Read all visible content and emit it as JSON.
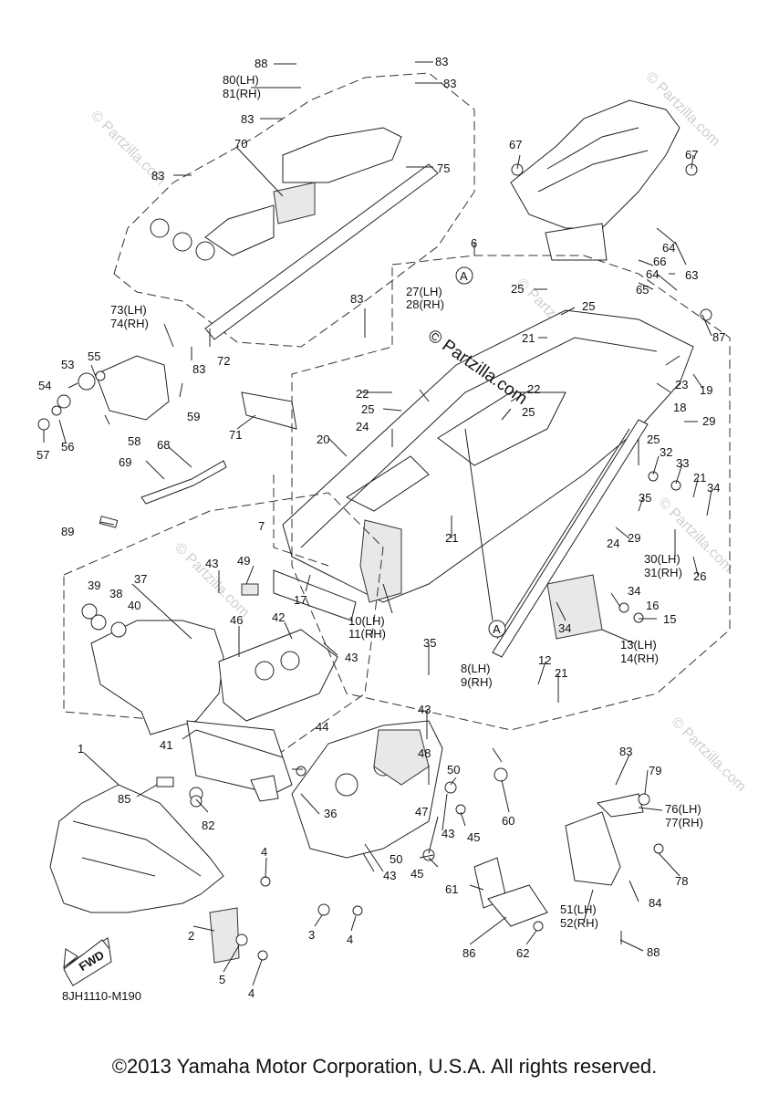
{
  "copyright": "©2013 Yamaha Motor Corporation, U.S.A. All rights reserved.",
  "diagram_code": "8JH1110-M190",
  "fwd_label": "FWD",
  "center_watermark": "© Partzilla.com",
  "watermark": "© Partzilla.com",
  "callouts": {
    "c1": "1",
    "c2": "2",
    "c3": "3",
    "c4a": "4",
    "c4b": "4",
    "c4c": "4",
    "c5": "5",
    "c6": "6",
    "c7": "7",
    "c8": "8(LH)",
    "c9": "9(RH)",
    "c10": "10(LH)",
    "c11": "11(RH)",
    "c12": "12",
    "c13": "13(LH)",
    "c14": "14(RH)",
    "c15": "15",
    "c16": "16",
    "c17": "17",
    "c18": "18",
    "c19": "19",
    "c20": "20",
    "c21a": "21",
    "c21b": "21",
    "c21c": "21",
    "c21d": "21",
    "c22a": "22",
    "c22b": "22",
    "c23": "23",
    "c24a": "24",
    "c24b": "24",
    "c25a": "25",
    "c25b": "25",
    "c25c": "25",
    "c25d": "25",
    "c25e": "25",
    "c26": "26",
    "c27": "27(LH)",
    "c28": "28(RH)",
    "c29a": "29",
    "c29b": "29",
    "c30": "30(LH)",
    "c31": "31(RH)",
    "c32": "32",
    "c33": "33",
    "c34a": "34",
    "c34b": "34",
    "c34c": "34",
    "c35a": "35",
    "c35b": "35",
    "c36": "36",
    "c37": "37",
    "c38": "38",
    "c39": "39",
    "c40": "40",
    "c41": "41",
    "c42": "42",
    "c43a": "43",
    "c43b": "43",
    "c43c": "43",
    "c43d": "43",
    "c43e": "43",
    "c44": "44",
    "c45a": "45",
    "c45b": "45",
    "c46": "46",
    "c47": "47",
    "c48": "48",
    "c49": "49",
    "c50a": "50",
    "c50b": "50",
    "c51": "51(LH)",
    "c52": "52(RH)",
    "c53": "53",
    "c54": "54",
    "c55": "55",
    "c56": "56",
    "c57": "57",
    "c58": "58",
    "c59": "59",
    "c60": "60",
    "c61": "61",
    "c62": "62",
    "c63": "63",
    "c64a": "64",
    "c64b": "64",
    "c65": "65",
    "c66": "66",
    "c67a": "67",
    "c67b": "67",
    "c68": "68",
    "c69": "69",
    "c70": "70",
    "c71": "71",
    "c72": "72",
    "c73": "73(LH)",
    "c74": "74(RH)",
    "c75": "75",
    "c76": "76(LH)",
    "c77": "77(RH)",
    "c78": "78",
    "c79": "79",
    "c80": "80(LH)",
    "c81": "81(RH)",
    "c82": "82",
    "c83a": "83",
    "c83b": "83",
    "c83c": "83",
    "c83d": "83",
    "c83e": "83",
    "c83f": "83",
    "c83g": "83",
    "c84": "84",
    "c85": "85",
    "c86": "86",
    "c87": "87",
    "c88a": "88",
    "c88b": "88",
    "c89": "89",
    "refA1": "A",
    "refA2": "A"
  }
}
